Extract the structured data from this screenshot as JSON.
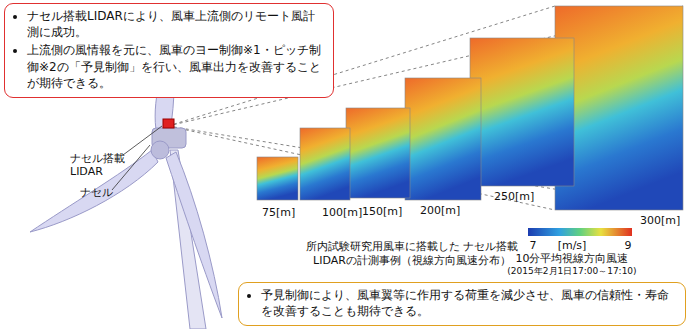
{
  "diagram": {
    "caption": "所内試験研究用風車に搭載した ナセル搭載LIDARの計測事例（視線方向風速分布）",
    "nodes": [
      {
        "text": [
          "ナセル搭載LIDARにより、風車上流側のリモート風計測に成功。",
          "上流側の風情報を元に、風車のヨー制御※1・ピッチ制御※2の「予見制御」を行い、風車出力を改善することが期待できる。"
        ]
      },
      {
        "text": [
          "予見制御により、風車翼等に作用する荷重を減少させ、風車の信頼性・寿命を改善することも期待できる。"
        ]
      }
    ],
    "labels": [
      "75[m]",
      "100[m]",
      "150[m]",
      "200[m]",
      "250[m]",
      "300[m]",
      "ナセル搭載 LIDAR",
      "ナセル",
      "7",
      "[m/s]",
      "9",
      "10分平均視線方向風速",
      "(2015年2月1日17:00～17:10)"
    ]
  }
}
